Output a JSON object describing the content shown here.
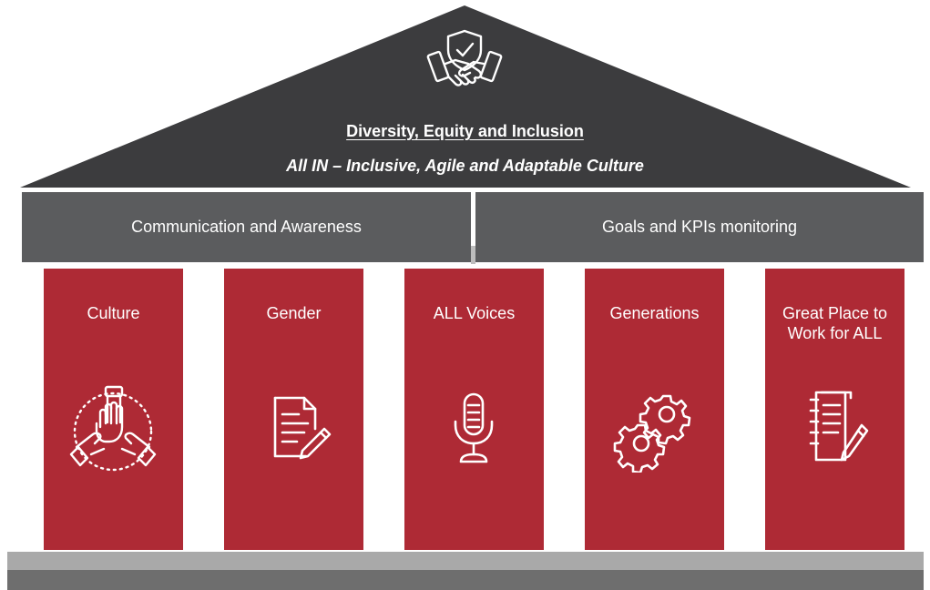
{
  "roof": {
    "title": "Diversity, Equity and Inclusion",
    "subtitle": "All IN – Inclusive, Agile and Adaptable Culture",
    "icon": "handshake-shield-icon",
    "color": "#3c3c3e"
  },
  "beams": [
    {
      "label": "Communication and Awareness"
    },
    {
      "label": "Goals and KPIs monitoring"
    }
  ],
  "pillars": [
    {
      "label": "Culture",
      "icon": "hands-together-icon"
    },
    {
      "label": "Gender",
      "icon": "document-pen-icon"
    },
    {
      "label": "ALL Voices",
      "icon": "microphone-icon"
    },
    {
      "label": "Generations",
      "icon": "gears-icon"
    },
    {
      "label": "Great Place to Work for ALL",
      "icon": "notebook-pen-icon"
    }
  ],
  "colors": {
    "pillar": "#ae2a35",
    "beam": "#5b5c5e",
    "base_light": "#a9a9a9",
    "base_dark": "#6e6e6e"
  }
}
